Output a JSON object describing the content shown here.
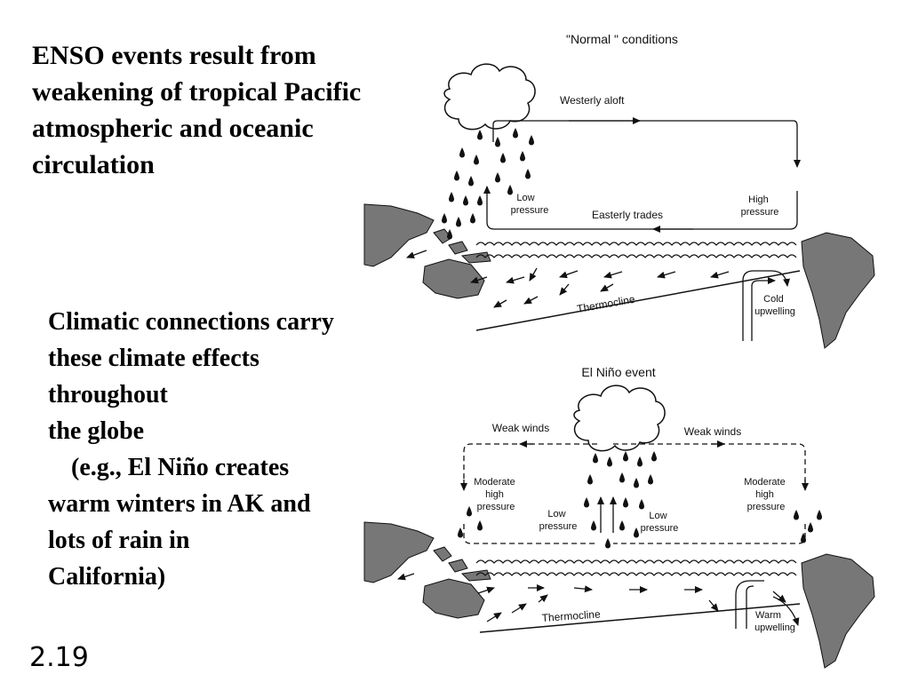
{
  "heading": "ENSO events result from weakening of tropical Pacific atmospheric and oceanic circulation",
  "body_lines": [
    "Climatic connections carry",
    "these climate effects",
    "throughout",
    "the globe",
    "(e.g., El Niño creates",
    "warm winters in AK and",
    "lots of rain in",
    "California)"
  ],
  "slide_number": "2.19",
  "normal_diagram": {
    "title": "\"Normal \" conditions",
    "westerly_aloft": "Westerly aloft",
    "low_pressure": [
      "Low",
      "pressure"
    ],
    "high_pressure": [
      "High",
      "pressure"
    ],
    "easterly_trades": "Easterly trades",
    "thermocline": "Thermocline",
    "upwelling": [
      "Cold",
      "upwelling"
    ]
  },
  "elnino_diagram": {
    "title": "El Niño event",
    "weak_winds_left": "Weak winds",
    "weak_winds_right": "Weak winds",
    "moderate_left": [
      "Moderate",
      "high",
      "pressure"
    ],
    "moderate_right": [
      "Moderate",
      "high",
      "pressure"
    ],
    "low_left": [
      "Low",
      "pressure"
    ],
    "low_right": [
      "Low",
      "pressure"
    ],
    "thermocline": "Thermocline",
    "upwelling": [
      "Warm",
      "upwelling"
    ]
  },
  "colors": {
    "land": "#777777",
    "ink": "#111111",
    "cloud_fill": "#ffffff"
  },
  "icons": [
    "cloud-icon",
    "raindrop-icon",
    "arrow-icon",
    "wave-icon"
  ]
}
